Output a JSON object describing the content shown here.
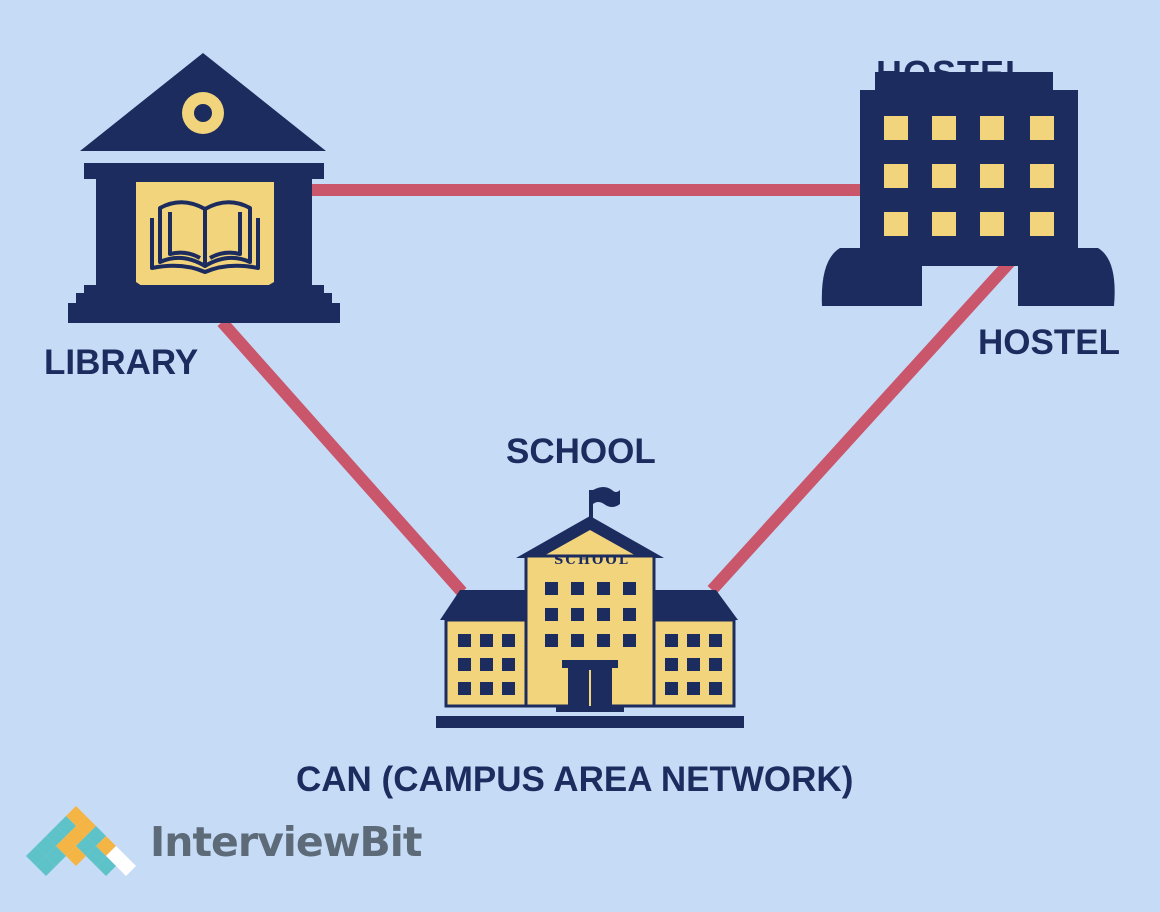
{
  "nodes": {
    "library": "LIBRARY",
    "hostel": "HOSTEL",
    "school": "SCHOOL"
  },
  "signs": {
    "hostel": "HOSTEL",
    "school": "SCHOOL"
  },
  "caption": "CAN (CAMPUS AREA NETWORK)",
  "brand": "InterviewBit",
  "links": [
    {
      "from": "library",
      "to": "hostel"
    },
    {
      "from": "library",
      "to": "school"
    },
    {
      "from": "hostel",
      "to": "school"
    }
  ],
  "colors": {
    "background": "#c6dbf6",
    "building": "#1c2c5e",
    "accent": "#f2d47c",
    "link": "#c9566a",
    "brand_text": "#5d6a78"
  }
}
